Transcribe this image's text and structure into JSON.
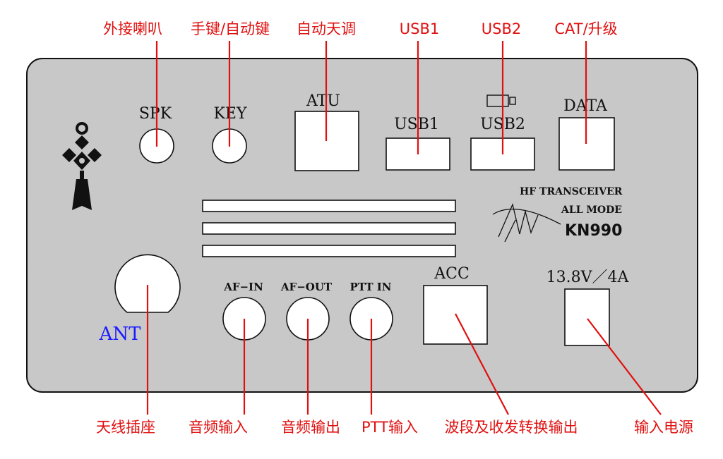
{
  "callouts_top": {
    "speaker": "外接喇叭",
    "key": "手键/自动键",
    "atu": "自动天调",
    "usb1": "USB1",
    "usb2": "USB2",
    "data": "CAT/升级"
  },
  "callouts_bottom": {
    "ant": "天线插座",
    "af_in": "音频输入",
    "af_out": "音频输出",
    "ptt": "PTT输入",
    "acc": "波段及收发转换输出",
    "power": "输入电源"
  },
  "panel": {
    "spk": "SPK",
    "key": "KEY",
    "atu": "ATU",
    "usb1": "USB1",
    "usb2": "USB2",
    "data": "DATA",
    "ant": "ANT",
    "af_in": "AF−IN",
    "af_out": "AF−OUT",
    "ptt_in": "PTT IN",
    "acc": "ACC",
    "power": "13.8V／4A"
  },
  "brand": {
    "line1": "HF TRANSCEIVER",
    "line2": "ALL MODE",
    "model": "KN990"
  },
  "colors": {
    "callout": "#e01010",
    "panel_fill": "#c8c8c8",
    "ant_label": "#1a1aff"
  }
}
